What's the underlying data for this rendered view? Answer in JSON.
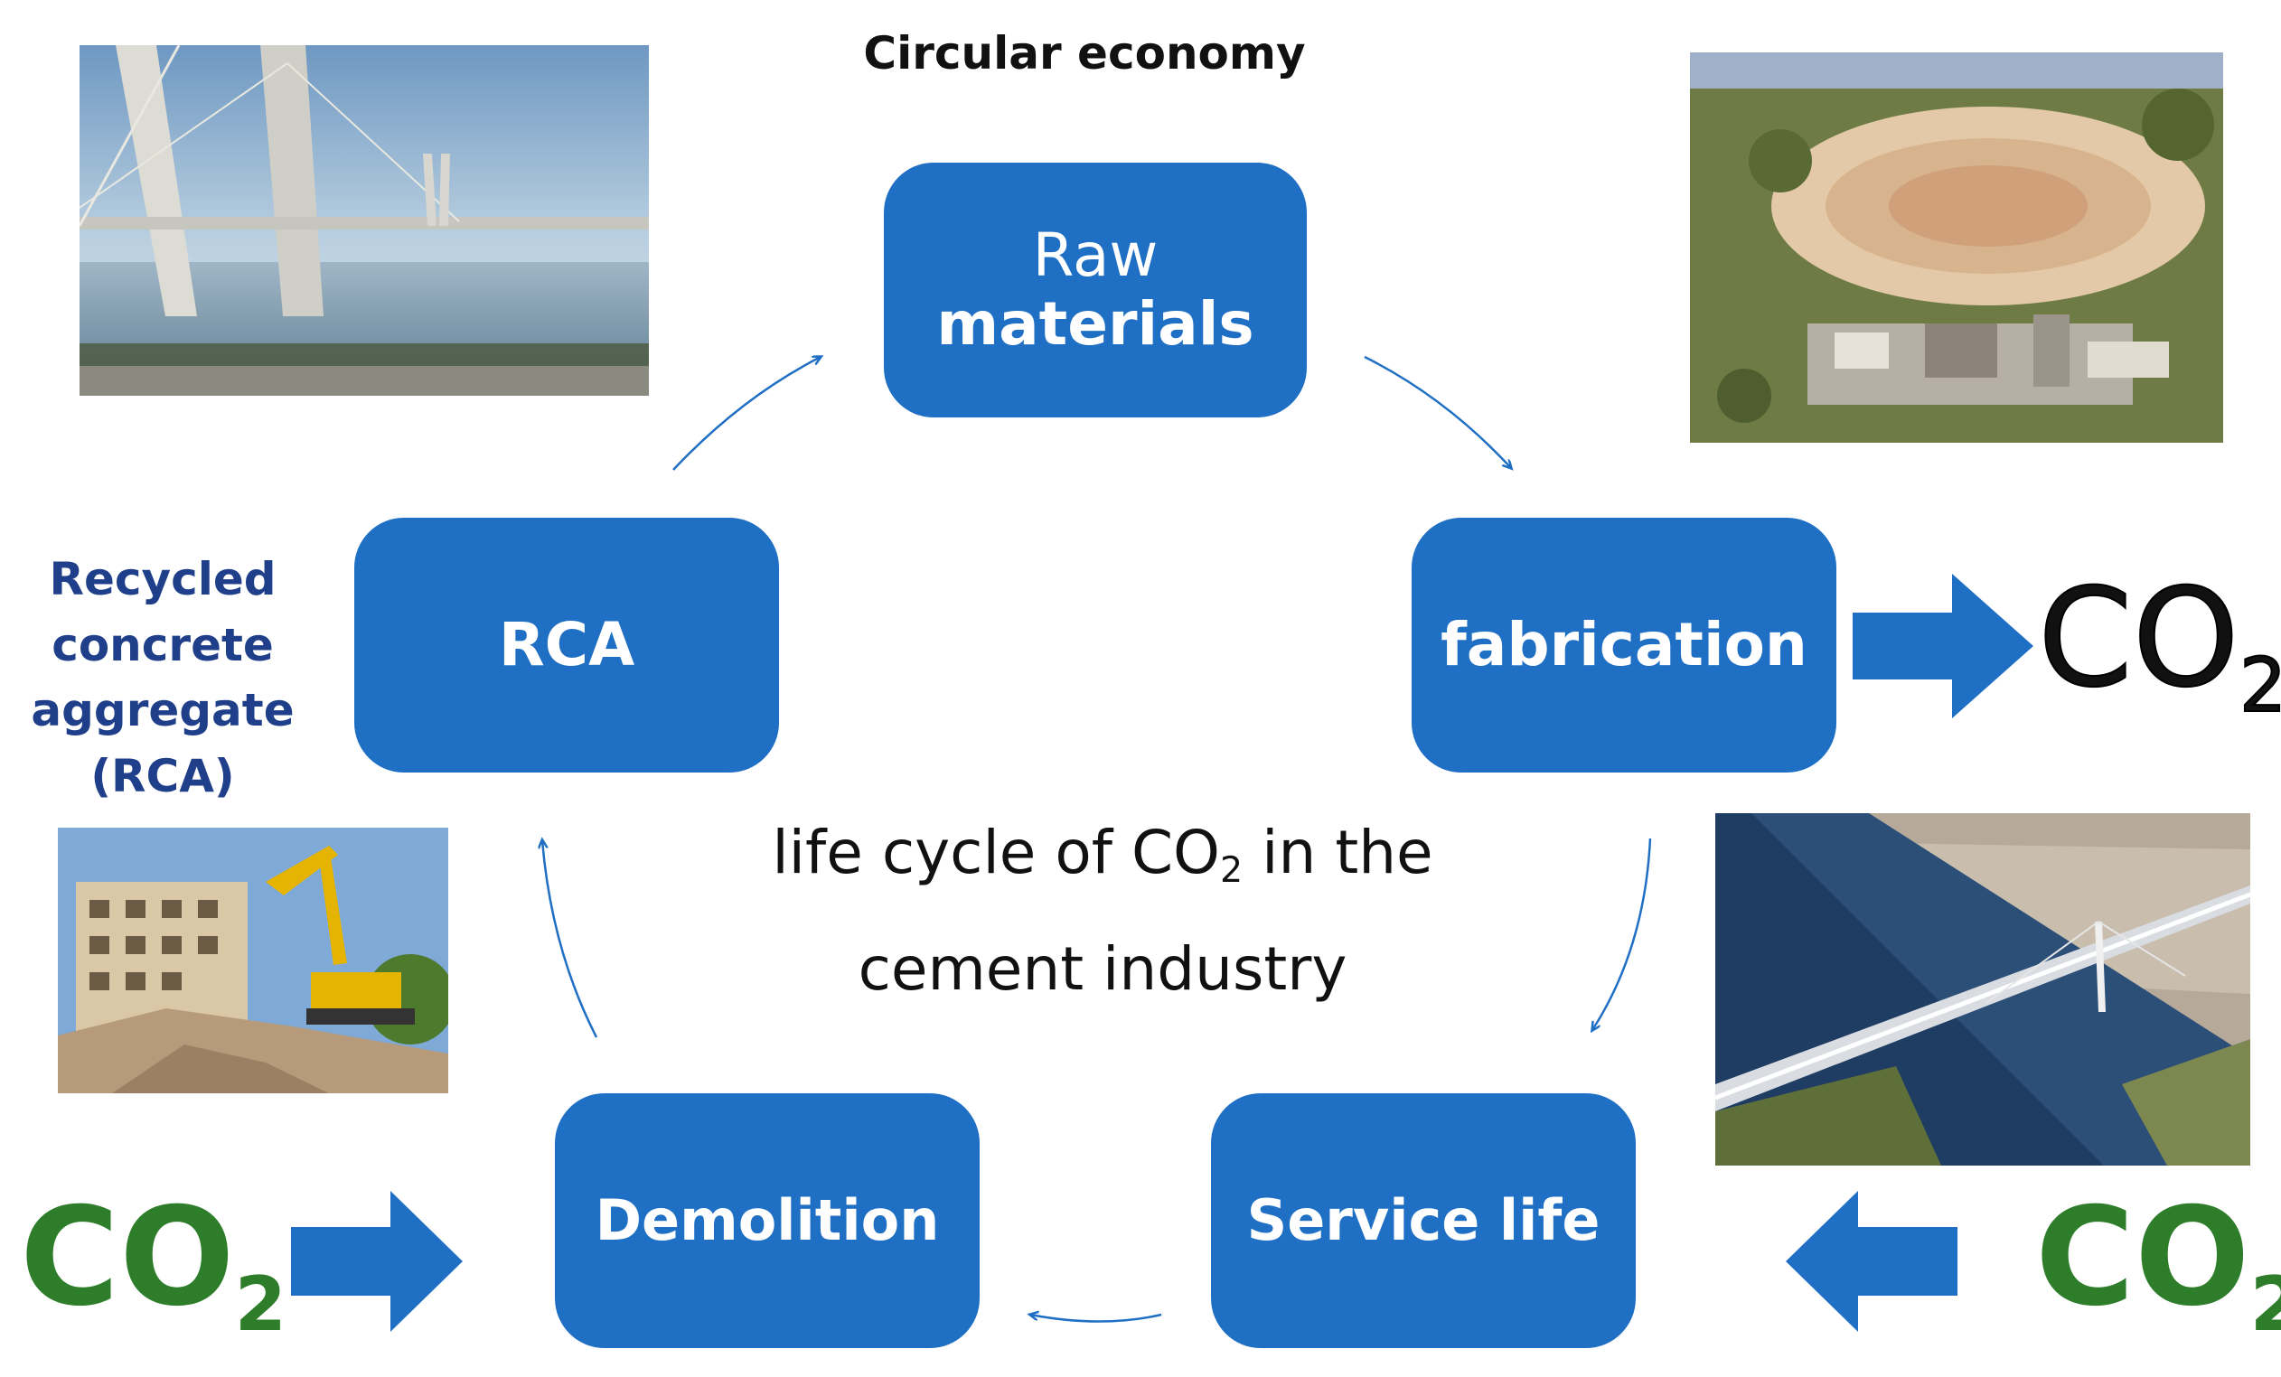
{
  "title": "Circular economy",
  "stages": {
    "raw": {
      "line1": "Raw",
      "line2": "materials"
    },
    "fabrication": "fabrication",
    "service": "Service life",
    "demolition": "Demolition",
    "rca": "RCA"
  },
  "rca_label": [
    "Recycled",
    "concrete",
    "aggregate",
    "(RCA)"
  ],
  "center": {
    "prefix": "life cycle of CO",
    "sub": "2",
    "suffix": " in the",
    "line2": "cement industry"
  },
  "co2": {
    "main": "CO",
    "sub": "2"
  },
  "colors": {
    "box": "#1f6fc4",
    "arrow": "#1f6fc4",
    "co2_green": "#2e7d2a",
    "co2_black": "#111111",
    "rca_label": "#1f3f8a"
  },
  "photos": [
    "bridge-photo",
    "quarry-cement-plant-photo",
    "demolition-photo",
    "river-bridge-aerial-photo"
  ]
}
